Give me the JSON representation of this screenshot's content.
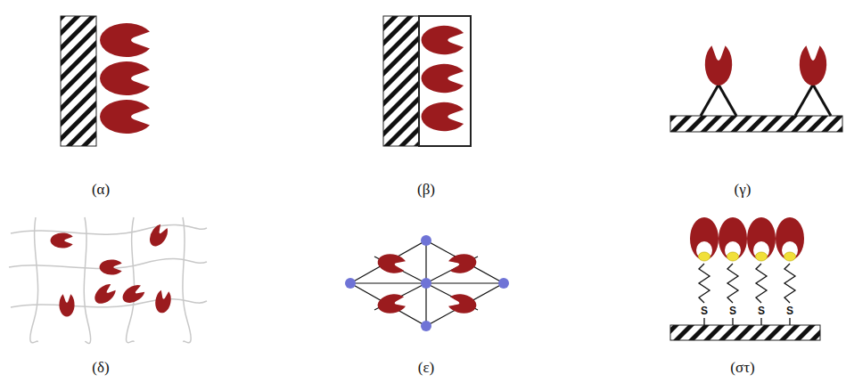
{
  "diagram": {
    "labels": [
      "(α)",
      "(β)",
      "(γ)",
      "(δ)",
      "(ε)",
      "(στ)",
      "S",
      "S",
      "S",
      "S"
    ]
  }
}
